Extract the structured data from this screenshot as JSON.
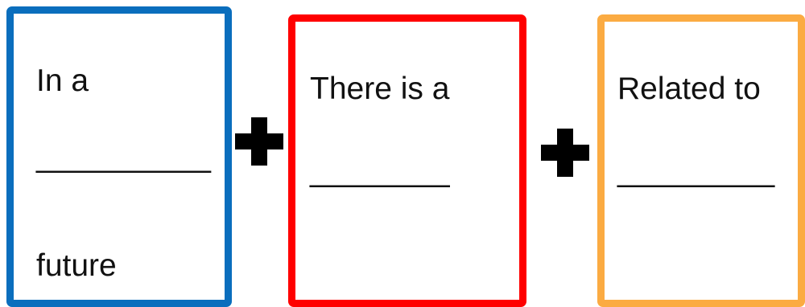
{
  "colors": {
    "card1_border": "#0a6ebd",
    "card2_border": "#ff0000",
    "card3_border": "#fbab42",
    "plus": "#000000"
  },
  "cards": [
    {
      "lines": [
        "In a",
        "__________",
        "future"
      ]
    },
    {
      "lines": [
        "There is a",
        "________"
      ]
    },
    {
      "lines": [
        "Related to",
        "_________"
      ]
    }
  ],
  "connectors": [
    "plus-icon",
    "plus-icon"
  ]
}
